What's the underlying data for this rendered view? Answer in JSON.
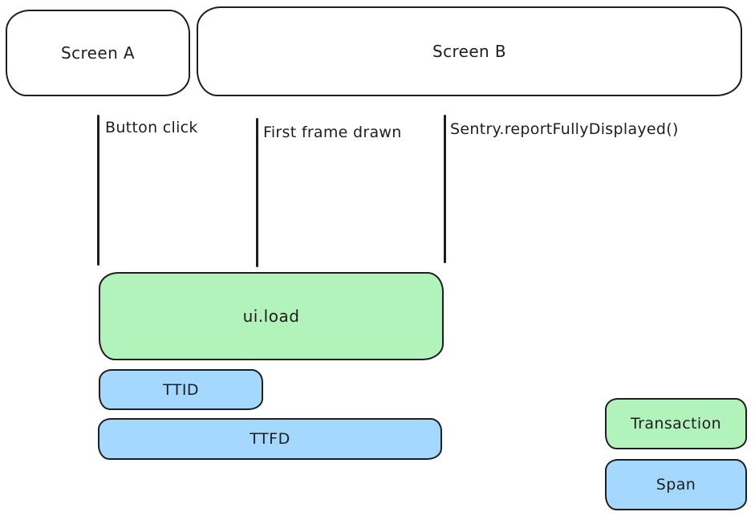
{
  "diagram": {
    "screens": [
      {
        "id": "screen-a",
        "label": "Screen A"
      },
      {
        "id": "screen-b",
        "label": "Screen B"
      }
    ],
    "events": [
      {
        "label": "Button click"
      },
      {
        "label": "First frame drawn"
      },
      {
        "label": "Sentry.reportFullyDisplayed()"
      }
    ],
    "bars": [
      {
        "label": "ui.load",
        "kind": "transaction"
      },
      {
        "label": "TTID",
        "kind": "span"
      },
      {
        "label": "TTFD",
        "kind": "span"
      }
    ],
    "legend": [
      {
        "label": "Transaction",
        "kind": "transaction"
      },
      {
        "label": "Span",
        "kind": "span"
      }
    ]
  },
  "colors": {
    "transaction_fill": "#b2f2bb",
    "span_fill": "#a5d8ff",
    "stroke": "#1e1e1e",
    "background": "#ffffff"
  }
}
